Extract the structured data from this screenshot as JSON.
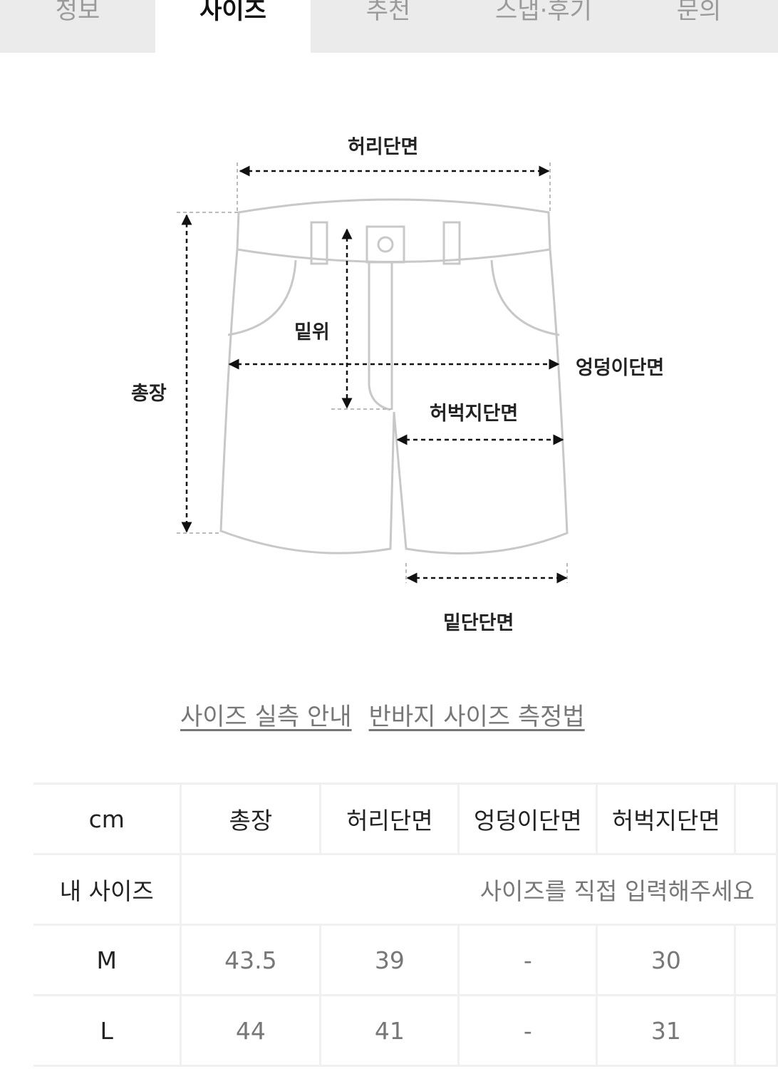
{
  "tabs": [
    {
      "label": "정보"
    },
    {
      "label": "사이즈",
      "active": true
    },
    {
      "label": "추천"
    },
    {
      "label": "스냅·후기"
    },
    {
      "label": "문의"
    }
  ],
  "diagram": {
    "waist": "허리단면",
    "rise": "밑위",
    "hip": "엉덩이단면",
    "length": "총장",
    "thigh": "허벅지단면",
    "hem": "밑단단면"
  },
  "links": {
    "size_guide": "사이즈 실측 안내",
    "measure_guide": "반바지 사이즈 측정법"
  },
  "table": {
    "headers": [
      "cm",
      "총장",
      "허리단면",
      "엉덩이단면",
      "허벅지단면",
      ""
    ],
    "my_size": {
      "label": "내 사이즈",
      "placeholder": "사이즈를 직접 입력해주세요"
    },
    "rows": [
      {
        "size": "M",
        "values": [
          "43.5",
          "39",
          "-",
          "30",
          ""
        ]
      },
      {
        "size": "L",
        "values": [
          "44",
          "41",
          "-",
          "31",
          ""
        ]
      }
    ]
  },
  "colors": {
    "active_tab": "#ffffff",
    "inactive_tab": "#ebebeb",
    "text_muted": "#777777"
  }
}
